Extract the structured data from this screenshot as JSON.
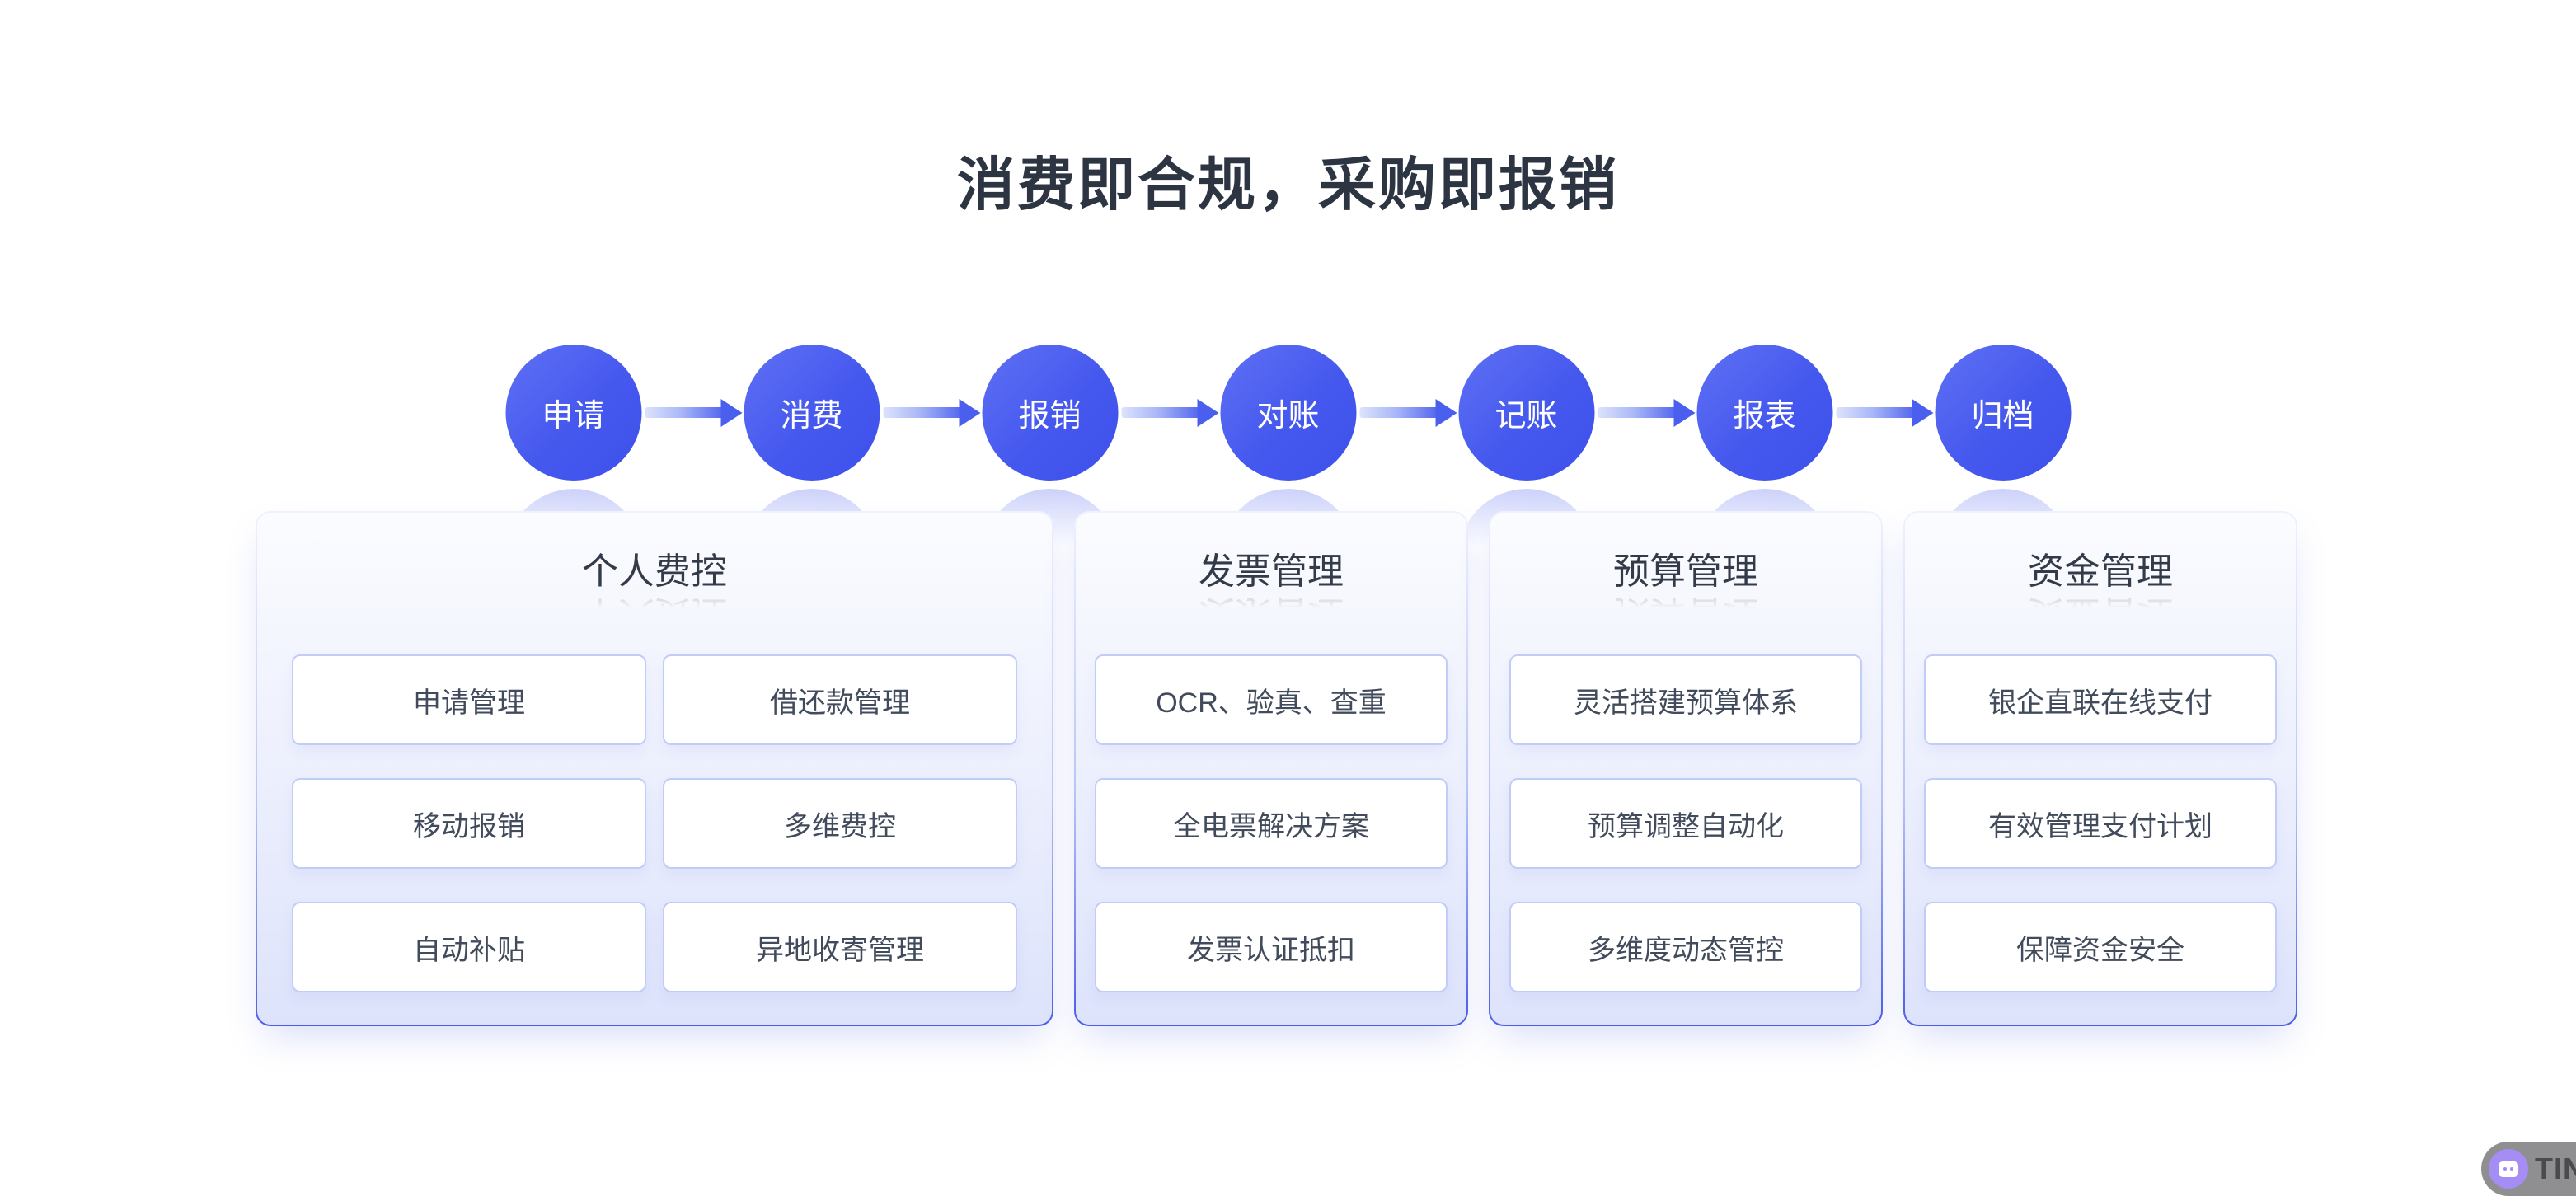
{
  "page": {
    "title": "消费即合规，采购即报销"
  },
  "flow": {
    "steps": [
      "申请",
      "消费",
      "报销",
      "对账",
      "记账",
      "报表",
      "归档"
    ]
  },
  "cards": [
    {
      "title": "个人费控",
      "items": [
        "申请管理",
        "借还款管理",
        "移动报销",
        "多维费控",
        "自动补贴",
        "异地收寄管理"
      ]
    },
    {
      "title": "发票管理",
      "items": [
        "OCR、验真、查重",
        "全电票解决方案",
        "发票认证抵扣"
      ]
    },
    {
      "title": "预算管理",
      "items": [
        "灵活搭建预算体系",
        "预算调整自动化",
        "多维度动态管控"
      ]
    },
    {
      "title": "资金管理",
      "items": [
        "银企直联在线支付",
        "有效管理支付计划",
        "保障资金安全"
      ]
    }
  ],
  "watermark": {
    "text": "TIN"
  },
  "colors": {
    "title_text": "#2d3543",
    "circle_blue_light": "#5f71f4",
    "circle_blue_dark": "#3d50ea",
    "arrow_blue": "#4b5fee",
    "card_border_bottom": "#4b5de7",
    "card_bg_bottom": "#dde3fb",
    "feature_box_border": "#c2cdf7",
    "feature_text": "#414b5b",
    "widget_gray": "#8f8f92",
    "widget_purple": "#a58df5"
  }
}
